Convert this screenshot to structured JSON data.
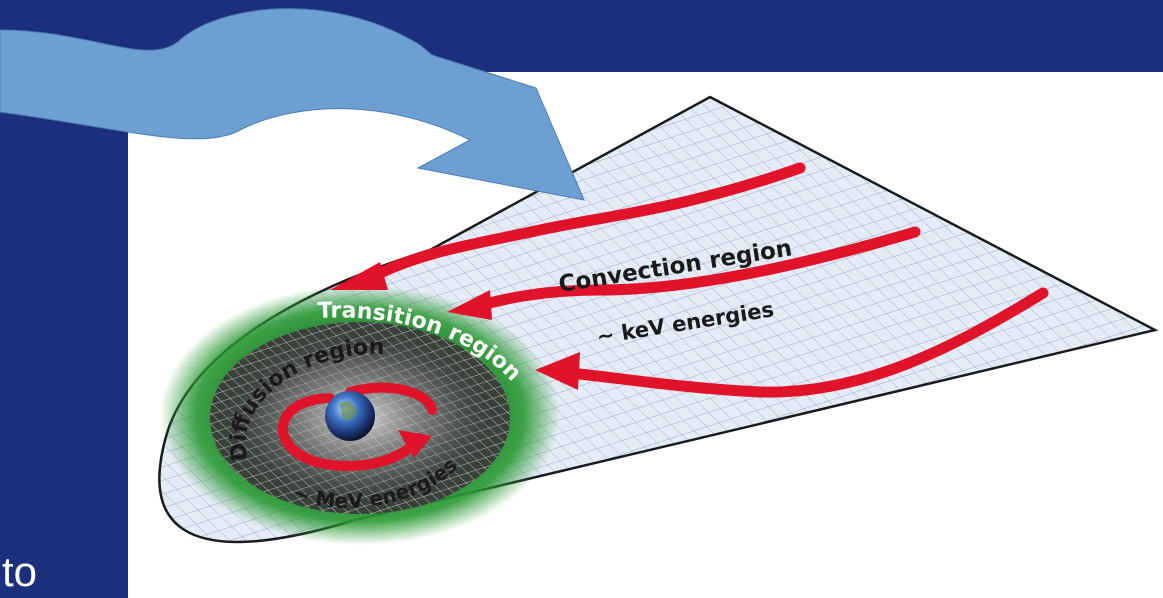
{
  "slide": {
    "background": "#1b2f7c",
    "partial_text": "to"
  },
  "diagram": {
    "labels": {
      "convection": "Convection region",
      "kev": "~ keV energies",
      "transition": "Transition region",
      "diffusion": "Diffusion region",
      "mev": "~ MeV energies"
    },
    "colors": {
      "arrow_red": "#e0132b",
      "solar_wind_arrow": "#6d9fd3",
      "diffusion_glow": "#1f8a2a",
      "grid_fill": "#e6ecf5",
      "grid_line": "#8da2c4"
    }
  }
}
